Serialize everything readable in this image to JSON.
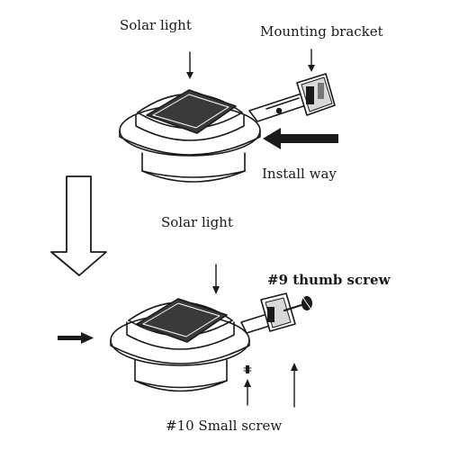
{
  "labels": {
    "solar_light_top": "Solar light",
    "mounting_bracket": "Mounting bracket",
    "install_way": "Install way",
    "solar_light_middle": "Solar light",
    "thumb_screw": "#9 thumb screw",
    "small_screw": "#10 Small screw"
  },
  "colors": {
    "ink": "#1a1a1a",
    "paper": "#ffffff",
    "panel": "#3a3a3a"
  }
}
